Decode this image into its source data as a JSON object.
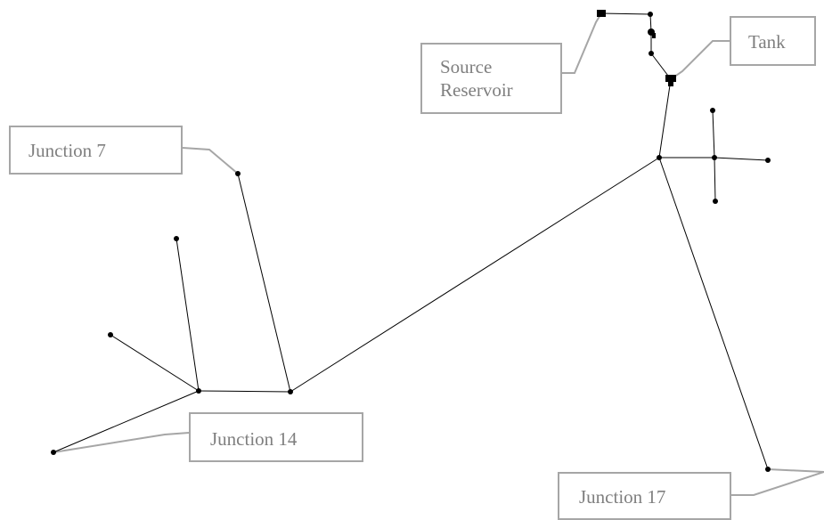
{
  "network": {
    "labels": {
      "source_reservoir": [
        "Source",
        "Reservoir"
      ],
      "tank": "Tank",
      "junction_7": "Junction 7",
      "junction_14": "Junction 14",
      "junction_17": "Junction 17"
    },
    "colors": {
      "pipe": "#000000",
      "node": "#000000",
      "leader": "#a6a6a6",
      "label_text": "#7f7f7f",
      "label_border": "#a6a6a6"
    }
  }
}
